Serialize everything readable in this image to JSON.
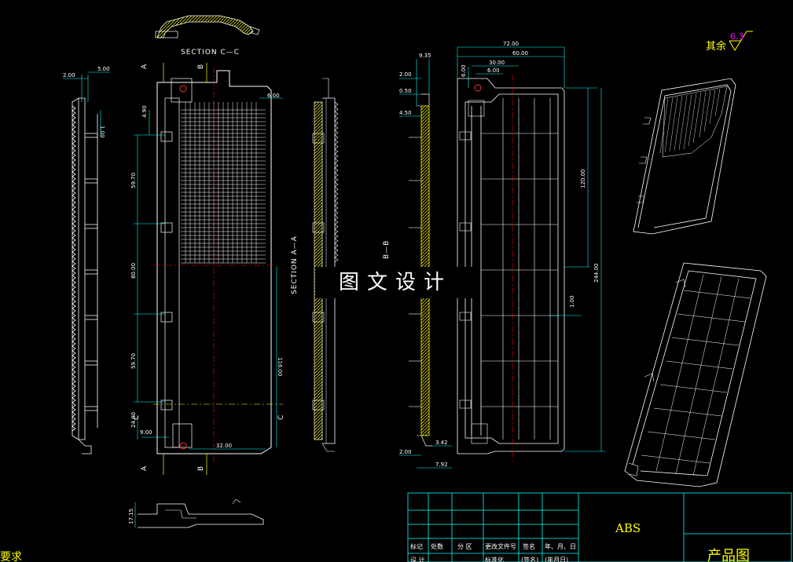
{
  "title": {
    "section_cc": "SECTION C—C",
    "section_aa": "SECTION A—A",
    "section_bb": "B—B"
  },
  "markers": {
    "a": "A",
    "b": "B",
    "c": "C"
  },
  "dims_left": [
    "2.00",
    "5.00",
    "1.00"
  ],
  "dims_front": [
    "4.90",
    "59.70",
    "80.00",
    "59.70",
    "24.00",
    "9.00",
    "32.00",
    "116.00",
    "6.00"
  ],
  "dims_bb": [
    "9.35",
    "2.00",
    "0.50",
    "4.50",
    "2.00",
    "3.42",
    "7.92"
  ],
  "dims_back": [
    "72.00",
    "60.00",
    "30.00",
    "6.00",
    "6.00",
    "120.00",
    "244.00",
    "1.00"
  ],
  "dims_bottom": [
    "17.15"
  ],
  "roughness": {
    "label": "其余",
    "value": "6.3"
  },
  "watermark": "图文设计",
  "title_block": {
    "material": "ABS",
    "product": "产品图",
    "headers": [
      "标记",
      "处数",
      "分 区",
      "更改文件号",
      "签名",
      "年、月、日"
    ],
    "row2": [
      "设 计",
      "标准化",
      "(签名)",
      "(年月日)"
    ],
    "corner_note": "要求"
  },
  "colors": {
    "background": "#000000",
    "outline": "#ffffff",
    "dimension": "#00ffff",
    "section_fill": "#ffff00",
    "centerline": "#ff0000",
    "roughness": "#ffff00",
    "roughness_value": "#ff00ff"
  }
}
